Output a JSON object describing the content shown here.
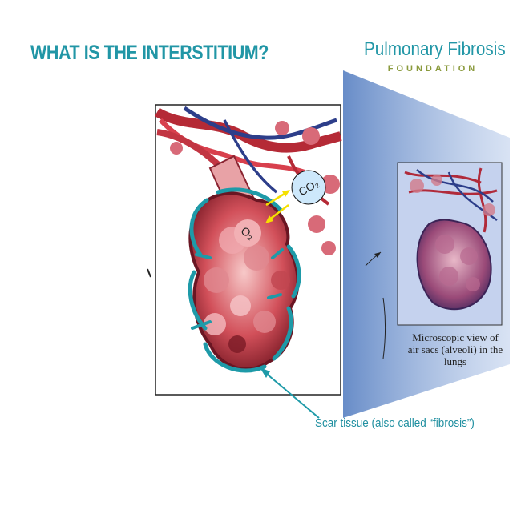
{
  "title": "WHAT IS THE INTERSTITIUM?",
  "logo": {
    "name": "Pulmonary Fibrosis",
    "subtitle": "FOUNDATION"
  },
  "gases": {
    "co2": "CO₂",
    "o2": "O₂"
  },
  "caption": {
    "line1": "Microscopic view of",
    "line2": "air sacs (alveoli) in the lungs"
  },
  "scar_label": "Scar tissue (also called “fibrosis”)",
  "colors": {
    "teal": "#2196a6",
    "olive": "#8a9a3c",
    "scar": "#1e9aa8",
    "tissue": "#c9404a",
    "panel": "#5b84c4"
  }
}
